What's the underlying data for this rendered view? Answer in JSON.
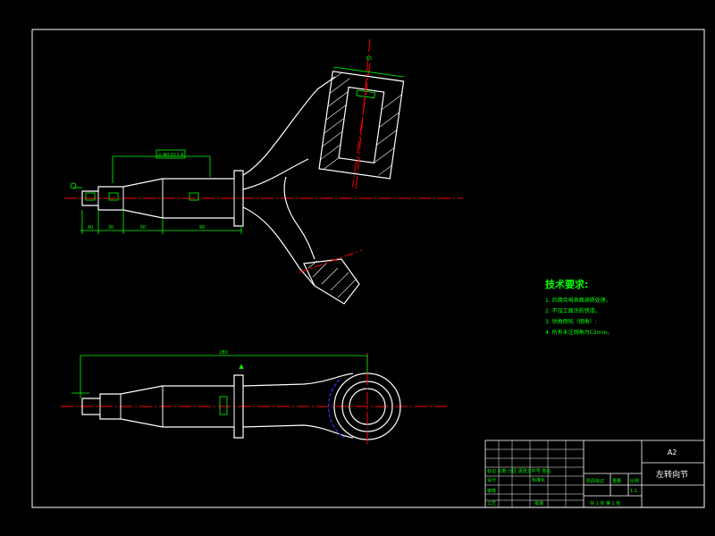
{
  "drawing": {
    "colors": {
      "background": "#000000",
      "outline": "#ffffff",
      "centerline": "#ff0000",
      "dimension": "#00ff00",
      "hidden_arc": "#3333ff"
    },
    "tech_requirements": {
      "title": "技术要求:",
      "items": [
        "1. 后期合格表面调质处理。",
        "2. 不加工面涂防锈漆。",
        "3. 锐角倒钝（倒角）;",
        "4. 所有未注倒角为C2mm。"
      ]
    },
    "title_block": {
      "drawing_no": "A2",
      "part_name": "左转向节",
      "left_row1": "标记 处数 分区 更改文件号 签名",
      "designer_label": "设计",
      "standardization_label": "标准化",
      "reviewer_label": "审核",
      "process_label": "工艺",
      "approval_label": "批准",
      "stage_label": "阶段标记",
      "weight_label": "重量",
      "scale_label": "比例",
      "scale_value": "1:1",
      "sheet_text": "共 1 张 第 1 张"
    },
    "dimensions": {
      "top_view_tol": "◎ Φ0.012 A",
      "bottom_overall": "280",
      "top_seg_1": "40",
      "top_seg_2": "30",
      "top_seg_3": "50",
      "top_seg_4": "90",
      "eye_width": "65"
    }
  }
}
